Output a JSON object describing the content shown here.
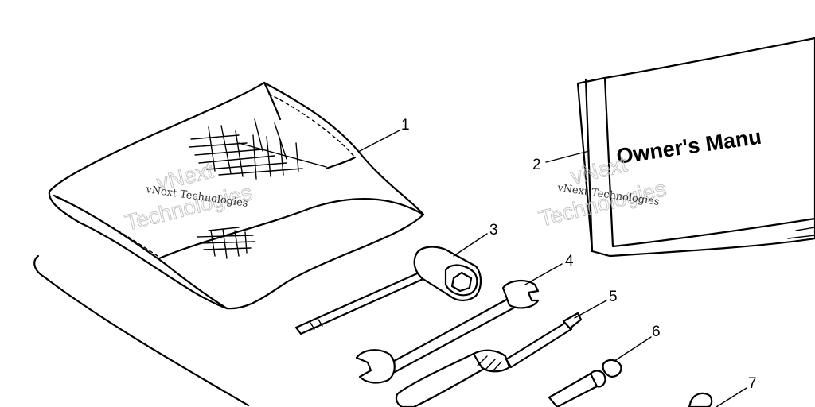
{
  "callouts": {
    "pouch": "1",
    "manual": "2",
    "spark_plug_wrench": "3",
    "wrench": "4",
    "screwdriver": "5",
    "part6": "6",
    "part7": "7"
  },
  "manual": {
    "title": "Owner's Manu"
  },
  "watermarks": {
    "small": "vNext Technologies",
    "big_a": "vNext",
    "big_b": "Technologies"
  },
  "colors": {
    "line": "#000000",
    "background": "#ffffff",
    "watermark": "#bbbbbb"
  }
}
